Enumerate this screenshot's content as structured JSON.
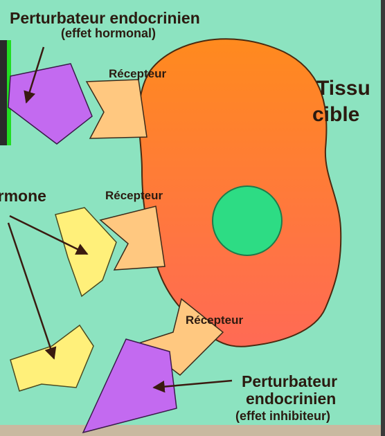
{
  "labels": {
    "disruptor_hormonal_title": "Perturbateur endocrinien",
    "disruptor_hormonal_sub": "(effet hormonal)",
    "target_tissue_line1": "Tissu",
    "target_tissue_line2": "cible",
    "hormone": "Hormone",
    "receptor_top": "Récepteur",
    "receptor_middle": "Récepteur",
    "receptor_bottom": "Récepteur",
    "disruptor_inhibitor_line1": "Perturbateur",
    "disruptor_inhibitor_line2": "endocrinien",
    "disruptor_inhibitor_line3": "(effet inhibiteur)"
  },
  "colors": {
    "background": "#8ce3c0",
    "cell_top": "#ff8a1e",
    "cell_bottom": "#ff6a55",
    "nucleus": "#2ddc84",
    "receptor": "#ffc880",
    "hormone": "#fff07a",
    "disruptor": "#c36af0",
    "green_bar": "#22dd22",
    "text": "#2b1a10"
  }
}
